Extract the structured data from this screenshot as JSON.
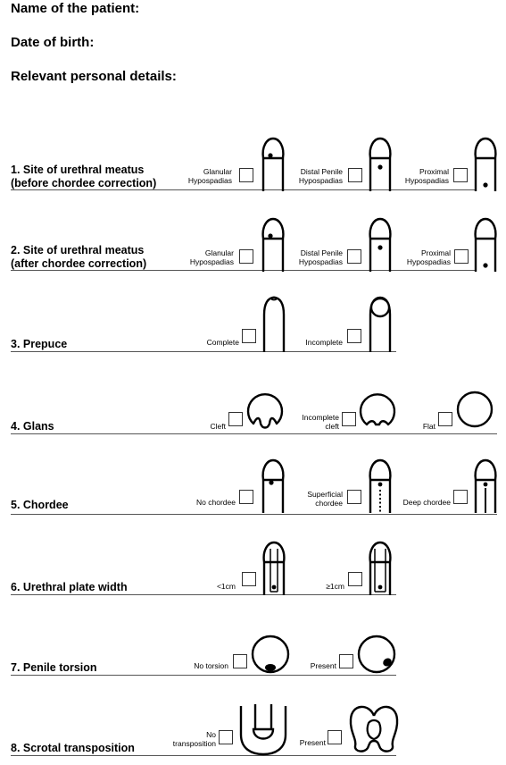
{
  "header": {
    "name_label": "Name of the patient:",
    "dob_label": "Date of birth:",
    "details_label": "Relevant personal details:"
  },
  "sections": [
    {
      "title_lines": [
        "1. Site of urethral meatus",
        "(before chordee correction)"
      ],
      "options": [
        {
          "label_lines": [
            "Glanular",
            "Hypospadias"
          ],
          "icon": "penis-glanular-meatus-icon"
        },
        {
          "label_lines": [
            "Distal Penile",
            "Hypospadias"
          ],
          "icon": "penis-distal-meatus-icon"
        },
        {
          "label_lines": [
            "Proximal",
            "Hypospadias"
          ],
          "icon": "penis-proximal-meatus-icon"
        }
      ]
    },
    {
      "title_lines": [
        "2. Site of urethral meatus",
        "(after chordee correction)"
      ],
      "options": [
        {
          "label_lines": [
            "Glanular",
            "Hypospadias"
          ],
          "icon": "penis-glanular-meatus-icon"
        },
        {
          "label_lines": [
            "Distal Penile",
            "Hypospadias"
          ],
          "icon": "penis-distal-meatus-icon"
        },
        {
          "label_lines": [
            "Proximal",
            "Hypospadias"
          ],
          "icon": "penis-proximal-meatus-icon"
        }
      ]
    },
    {
      "title_lines": [
        "3. Prepuce"
      ],
      "options": [
        {
          "label_lines": [
            "Complete"
          ],
          "icon": "prepuce-complete-icon"
        },
        {
          "label_lines": [
            "Incomplete"
          ],
          "icon": "prepuce-incomplete-icon"
        }
      ]
    },
    {
      "title_lines": [
        "4. Glans"
      ],
      "options": [
        {
          "label_lines": [
            "Cleft"
          ],
          "icon": "glans-cleft-icon"
        },
        {
          "label_lines": [
            "Incomplete",
            "cleft"
          ],
          "icon": "glans-incomplete-cleft-icon"
        },
        {
          "label_lines": [
            "Flat"
          ],
          "icon": "glans-flat-icon"
        }
      ]
    },
    {
      "title_lines": [
        "5. Chordee"
      ],
      "options": [
        {
          "label_lines": [
            "No chordee"
          ],
          "icon": "no-chordee-icon"
        },
        {
          "label_lines": [
            "Superficial",
            "chordee"
          ],
          "icon": "superficial-chordee-icon"
        },
        {
          "label_lines": [
            "Deep chordee"
          ],
          "icon": "deep-chordee-icon"
        }
      ]
    },
    {
      "title_lines": [
        "6. Urethral plate width"
      ],
      "options": [
        {
          "label_lines": [
            "<1cm"
          ],
          "icon": "urethral-plate-narrow-icon"
        },
        {
          "label_lines": [
            "≥1cm"
          ],
          "icon": "urethral-plate-wide-icon"
        }
      ]
    },
    {
      "title_lines": [
        "7. Penile torsion"
      ],
      "options": [
        {
          "label_lines": [
            "No torsion"
          ],
          "icon": "no-torsion-icon"
        },
        {
          "label_lines": [
            "Present"
          ],
          "icon": "torsion-present-icon"
        }
      ]
    },
    {
      "title_lines": [
        "8. Scrotal transposition"
      ],
      "options": [
        {
          "label_lines": [
            "No",
            "transposition"
          ],
          "icon": "no-scrotal-transposition-icon"
        },
        {
          "label_lines": [
            "Present"
          ],
          "icon": "scrotal-transposition-present-icon"
        }
      ]
    }
  ]
}
